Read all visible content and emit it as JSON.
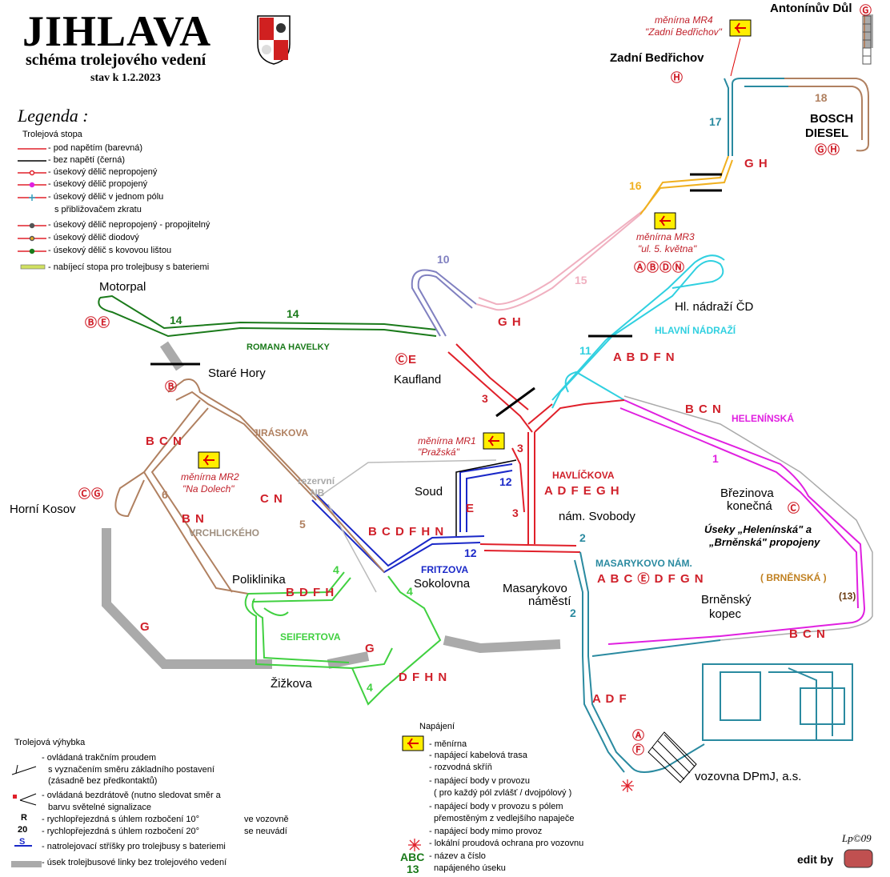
{
  "header": {
    "title": "JIHLAVA",
    "subtitle": "schéma trolejového vedení",
    "date": "stav k 1.2.2023"
  },
  "legend": {
    "heading": "Legenda :",
    "trolley_track": "Trolejová stopa",
    "items": [
      "- pod napětím (barevná)",
      "- bez napětí (černá)",
      "- úsekový dělič nepropojený",
      "- úsekový dělič propojený",
      "- úsekový dělič v jednom pólu",
      "s přibližovačem zkratu",
      "- úsekový dělič nepropojený - propojitelný",
      "- úsekový dělič diodový",
      "- úsekový dělič s kovovou lištou",
      "- nabíjecí stopa pro trolejbusy s bateriemi"
    ],
    "switch_heading": "Trolejová výhybka",
    "switch_items": [
      "- ovládaná trakčním proudem",
      "s vyznačením směru základního postavení",
      "(zásadně bez předkontaktů)",
      "- ovládaná bezdrátově (nutno sledovat směr a",
      "barvu světelné signalizace",
      "- rychlopřejezdná s úhlem rozbočení 10°",
      "- rychlopřejezdná s úhlem rozbočení 20°",
      "ve vozovně",
      "se neuvádí",
      "- natrolejovací stříšky pro trolejbusy s bateriemi",
      "- úsek trolejbusové linky bez trolejového vedení"
    ],
    "switch_symbols": [
      "R",
      "20",
      "S"
    ],
    "power_heading": "Napájení",
    "power_items": [
      "- měnírna",
      "- napájecí kabelová trasa",
      "- rozvodná skříň",
      "- napájecí body v provozu",
      "( pro každý pól zvlášť / dvojpólový )",
      "- napájecí body v provozu s pólem",
      "přemostěným z vedlejšího napaječe",
      "- napájecí body mimo provoz",
      "- lokální proudová ochrana pro vozovnu",
      "- název a číslo",
      "napájeného úseku"
    ],
    "power_sample_name": "ABC",
    "power_sample_number": "13"
  },
  "substations": [
    {
      "name": "měnírna MR4",
      "place": "\"Zadní Bedřichov\""
    },
    {
      "name": "měnírna MR3",
      "place": "\"ul. 5. května\""
    },
    {
      "name": "měnírna MR1",
      "place": "\"Pražská\""
    },
    {
      "name": "měnírna MR2",
      "place": "\"Na Dolech\""
    }
  ],
  "stops": {
    "antoninuv_dul": "Antonínův Důl",
    "zadni_bedrichov": "Zadní Bedřichov",
    "bosch": "BOSCH",
    "diesel": "DIESEL",
    "motorpal": "Motorpal",
    "hl_nadrazi": "Hl. nádraží ČD",
    "stare_hory": "Staré Hory",
    "kaufland": "Kaufland",
    "horni_kosov": "Horní Kosov",
    "soud": "Soud",
    "nam_svobody": "nám. Svobody",
    "brezinova1": "Březinova",
    "brezinova2": "konečná",
    "poliklinika": "Poliklinika",
    "sokolovna": "Sokolovna",
    "masarykovo1": "Masarykovo",
    "masarykovo2": "náměstí",
    "brnensky1": "Brněnský",
    "brnensky2": "kopec",
    "zizkova": "Žižkova",
    "vozovna": "vozovna DPmJ, a.s."
  },
  "street_labels": {
    "romana_havelky": "ROMANA HAVELKY",
    "jiraskova": "JIRÁSKOVA",
    "vrchlickeho": "VRCHLICKÉHO",
    "hlavni_nadrazi": "HLAVNÍ NÁDRAŽÍ",
    "helenínska": "HELENÍNSKÁ",
    "havlickova": "HAVLÍČKOVA",
    "fritzova": "FRITZOVA",
    "seifertova": "SEIFERTOVA",
    "masarykovo_nam": "MASARYKOVO NÁM.",
    "brnenska": "( BRNĚNSKÁ )",
    "rezervni": "rezervní",
    "nb": "NB",
    "note1": "Úseky „Helenínská\" a",
    "note2": "„Brněnská\" propojeny"
  },
  "sections": {
    "gh_top": "G H",
    "abdn": "ⒶⒷⒹⓃ",
    "gh_mid": "G H",
    "be": "ⒷⒺ",
    "ce": "ⒸE",
    "b_circle": "Ⓑ",
    "abdfn": "A B D F N",
    "bcn_top": "B C N",
    "bcn_left": "B C N",
    "cg": "ⒸⒼ",
    "cn": "C N",
    "bn": "B N",
    "adfegh": "A D F E G H",
    "e": "E",
    "bcdfhn": "B C D F H N",
    "bdfh": "B D F H",
    "abcedfgn": "A B C Ⓔ D F G N",
    "bcn_bottom": "B C N",
    "c_circle": "Ⓒ",
    "g_left": "G",
    "g_mid": "G",
    "dfhn": "D F H N",
    "adf": "A D F",
    "a_circle": "Ⓐ",
    "f_circle": "Ⓕ",
    "h_circle": "Ⓗ",
    "gh_circles": "ⒼⒽ",
    "g_circle": "Ⓖ"
  },
  "section_numbers": [
    "18",
    "17",
    "16",
    "15",
    "10",
    "14",
    "14",
    "11",
    "3",
    "3",
    "3",
    "12",
    "12",
    "1",
    "5",
    "6",
    "4",
    "4",
    "4",
    "2",
    "2",
    "(13)"
  ],
  "footer": {
    "credit": "Lp©09",
    "edit": "edit by"
  },
  "colors": {
    "red": "#e0202a",
    "green": "#1a7a1a",
    "cyan": "#30d0e0",
    "magenta": "#e020e0",
    "blue": "#1a28c8",
    "orange": "#f0b020",
    "pink": "#f0b0c0",
    "violet": "#8080c0",
    "brown": "#b08060",
    "light_green": "#40d040",
    "teal": "#2a8aa0",
    "gray": "#aaaaaa"
  }
}
